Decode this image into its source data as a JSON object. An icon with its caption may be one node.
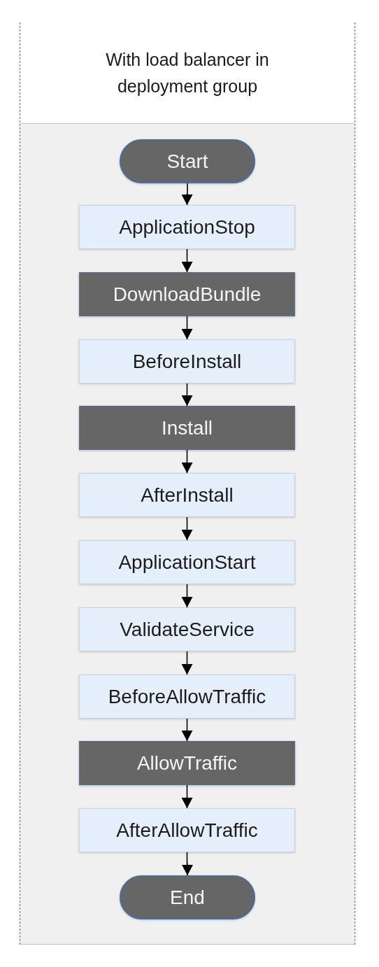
{
  "diagram": {
    "nodes": [
      {
        "text": [
          "With load balancer in deployment group"
        ]
      },
      {
        "text": [
          "Start"
        ],
        "in": 0
      },
      {
        "text": [
          "ApplicationStop"
        ],
        "in": 0
      },
      {
        "text": [
          "DownloadBundle"
        ],
        "in": 0
      },
      {
        "text": [
          "BeforeInstall"
        ],
        "in": 0
      },
      {
        "text": [
          "Install"
        ],
        "in": 0
      },
      {
        "text": [
          "AfterInstall"
        ],
        "in": 0
      },
      {
        "text": [
          "ApplicationStart"
        ],
        "in": 0
      },
      {
        "text": [
          "ValidateService"
        ],
        "in": 0
      },
      {
        "text": [
          "BeforeAllowTraffic"
        ],
        "in": 0
      },
      {
        "text": [
          "AllowTraffic"
        ],
        "in": 0
      },
      {
        "text": [
          "AfterAllowTraffic"
        ],
        "in": 0
      },
      {
        "text": [
          "End"
        ],
        "in": 0
      }
    ],
    "edges": [
      {
        "from": 1,
        "to": 2,
        "arrow": "to"
      },
      {
        "from": 2,
        "to": 3,
        "arrow": "to"
      },
      {
        "from": 3,
        "to": 4,
        "arrow": "to"
      },
      {
        "from": 4,
        "to": 5,
        "arrow": "to"
      },
      {
        "from": 5,
        "to": 6,
        "arrow": "to"
      },
      {
        "from": 6,
        "to": 7,
        "arrow": "to"
      },
      {
        "from": 7,
        "to": 8,
        "arrow": "to"
      },
      {
        "from": 8,
        "to": 9,
        "arrow": "to"
      },
      {
        "from": 9,
        "to": 10,
        "arrow": "to"
      },
      {
        "from": 10,
        "to": 11,
        "arrow": "to"
      },
      {
        "from": 11,
        "to": 12,
        "arrow": "to"
      }
    ]
  }
}
